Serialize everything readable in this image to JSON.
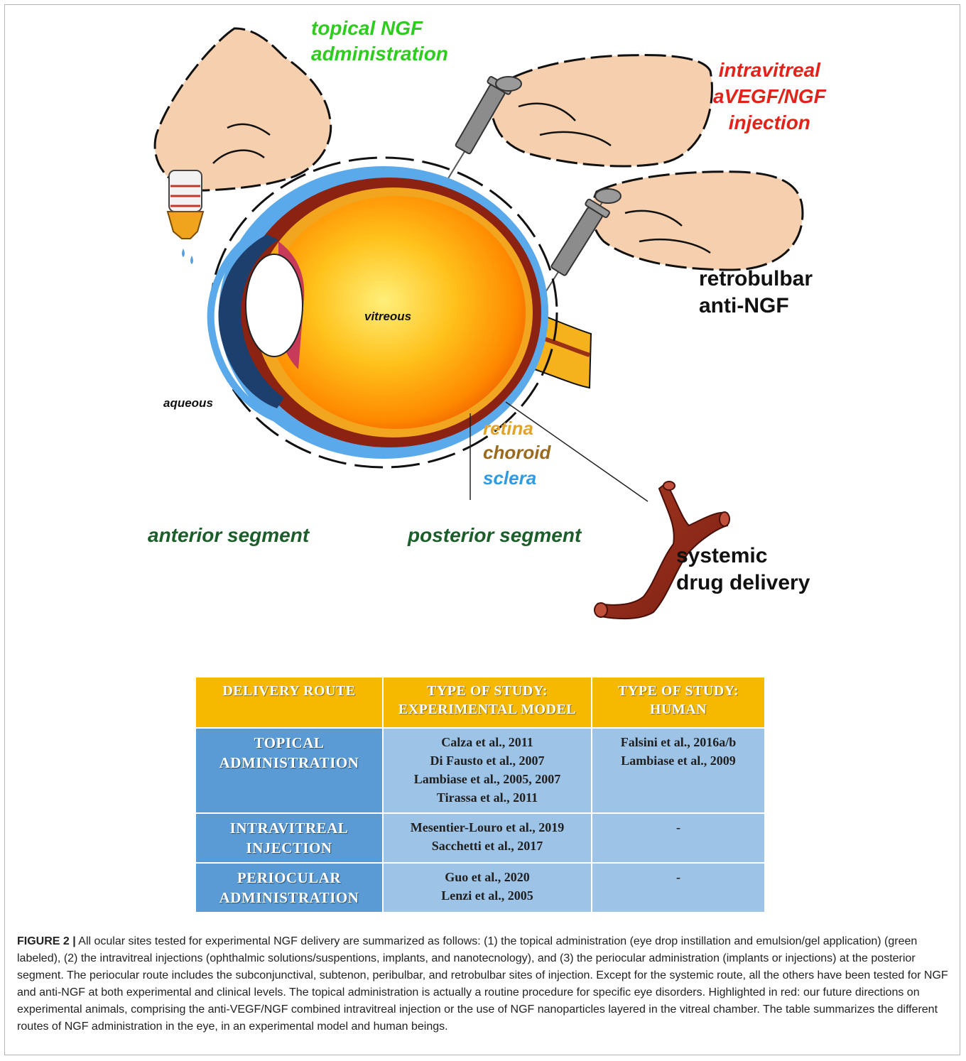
{
  "labels": {
    "topical": [
      "topical NGF",
      "administration"
    ],
    "intravitreal": [
      "intravitreal",
      "aVEGF/NGF",
      "injection"
    ],
    "retrobulbar": [
      "retrobulbar",
      "anti-NGF"
    ],
    "vitreous": "vitreous",
    "aqueous": "aqueous",
    "retina": "retina",
    "choroid": "choroid",
    "sclera": "sclera",
    "anterior_segment": "anterior segment",
    "posterior_segment": "posterior segment",
    "systemic": [
      "systemic",
      "drug delivery"
    ]
  },
  "colors": {
    "green_label": "#2ecc1f",
    "red_label": "#e2231a",
    "dark_green": "#1b5e2a",
    "retina": "#e2a32b",
    "choroid": "#9a6b1f",
    "sclera": "#2f9be0",
    "table_header": "#f7b900",
    "table_route": "#5b9bd5",
    "table_cell": "#9dc3e6"
  },
  "table": {
    "headers": [
      [
        "DELIVERY ROUTE"
      ],
      [
        "TYPE OF STUDY:",
        "EXPERIMENTAL MODEL"
      ],
      [
        "TYPE OF STUDY:",
        "HUMAN"
      ]
    ],
    "rows": [
      {
        "route": [
          "TOPICAL",
          "ADMINISTRATION"
        ],
        "experimental": [
          "Calza et al., 2011",
          "Di Fausto et al., 2007",
          "Lambiase et al., 2005, 2007",
          "Tirassa et al., 2011"
        ],
        "human": [
          "Falsini et al., 2016a/b",
          "Lambiase et al., 2009"
        ]
      },
      {
        "route": [
          "INTRAVITREAL",
          "INJECTION"
        ],
        "experimental": [
          "Mesentier-Louro et al., 2019",
          "Sacchetti et al., 2017"
        ],
        "human": [
          "-"
        ]
      },
      {
        "route": [
          "PERIOCULAR",
          "ADMINISTRATION"
        ],
        "experimental": [
          "Guo et al., 2020",
          "Lenzi et al., 2005"
        ],
        "human": [
          "-"
        ]
      }
    ]
  },
  "caption": {
    "label": "FIGURE 2 |",
    "text": " All ocular sites tested for experimental NGF delivery are summarized as follows: (1) the topical administration (eye drop instillation and emulsion/gel application) (green labeled), (2) the intravitreal injections (ophthalmic solutions/suspentions, implants, and nanotecnology), and (3) the periocular administration (implants or injections) at the posterior segment. The periocular route includes the subconjunctival, subtenon, peribulbar, and retrobulbar sites of injection. Except for the systemic route, all the others have been tested for NGF and anti-NGF at both experimental and clinical levels. The topical administration is actually a routine procedure for specific eye disorders. Highlighted in red: our future directions on experimental animals, comprising the anti-VEGF/NGF combined intravitreal injection or the use of NGF nanoparticles layered in the vitreal chamber. The table summarizes the different routes of NGF administration in the eye, in an experimental model and human beings."
  }
}
